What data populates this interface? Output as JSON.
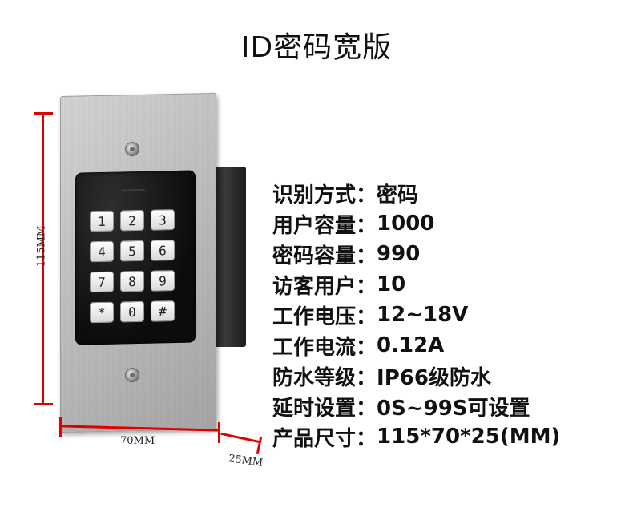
{
  "title": "ID密码宽版",
  "device": {
    "keys": [
      "1",
      "2",
      "3",
      "4",
      "5",
      "6",
      "7",
      "8",
      "9",
      "*",
      "0",
      "#"
    ]
  },
  "dimensions": {
    "height": "115MM",
    "width": "70MM",
    "depth": "25MM"
  },
  "specs": [
    {
      "label": "识别方式",
      "value": "密码"
    },
    {
      "label": "用户容量",
      "value": "1000"
    },
    {
      "label": "密码容量",
      "value": "990"
    },
    {
      "label": "访客用户",
      "value": "10"
    },
    {
      "label": "工作电压",
      "value": "12~18V"
    },
    {
      "label": "工作电流",
      "value": "0.12A"
    },
    {
      "label": "防水等级",
      "value": "IP66级防水"
    },
    {
      "label": "延时设置",
      "value": "0S~99S可设置"
    },
    {
      "label": "产品尺寸",
      "value": "115*70*25(MM)"
    }
  ],
  "separator": "："
}
